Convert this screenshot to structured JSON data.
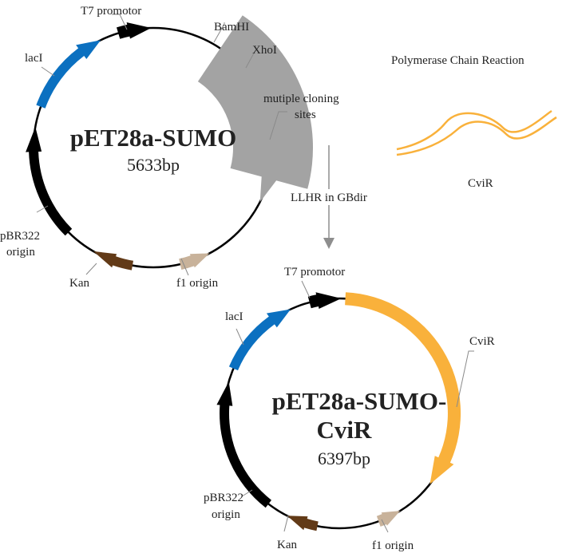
{
  "colors": {
    "black": "#000000",
    "blue": "#0b70c0",
    "brown": "#623a17",
    "tan": "#c8b29a",
    "gray": "#a3a3a3",
    "orange": "#f9b13b",
    "arrow": "#8e8e8e"
  },
  "plasmid1": {
    "name": "pET28a-SUMO",
    "size": "5633bp",
    "labels": {
      "t7": "T7 promotor",
      "bamhi": "BamHI",
      "xhoi": "XhoI",
      "mcs_line1": "mutiple cloning",
      "mcs_line2": "sites",
      "laci": "lacI",
      "pbr_line1": "pBR322",
      "pbr_line2": "origin",
      "kan": "Kan",
      "f1": "f1 origin"
    }
  },
  "insert": {
    "title": "Polymerase Chain Reaction",
    "name": "CviR"
  },
  "process": {
    "label": "LLHR in GBdir"
  },
  "plasmid2": {
    "name_line1": "pET28a-SUMO-",
    "name_line2": "CviR",
    "size": "6397bp",
    "labels": {
      "t7": "T7 promotor",
      "cvir": "CviR",
      "laci": "lacI",
      "pbr_line1": "pBR322",
      "pbr_line2": "origin",
      "kan": "Kan",
      "f1": "f1 origin"
    }
  }
}
